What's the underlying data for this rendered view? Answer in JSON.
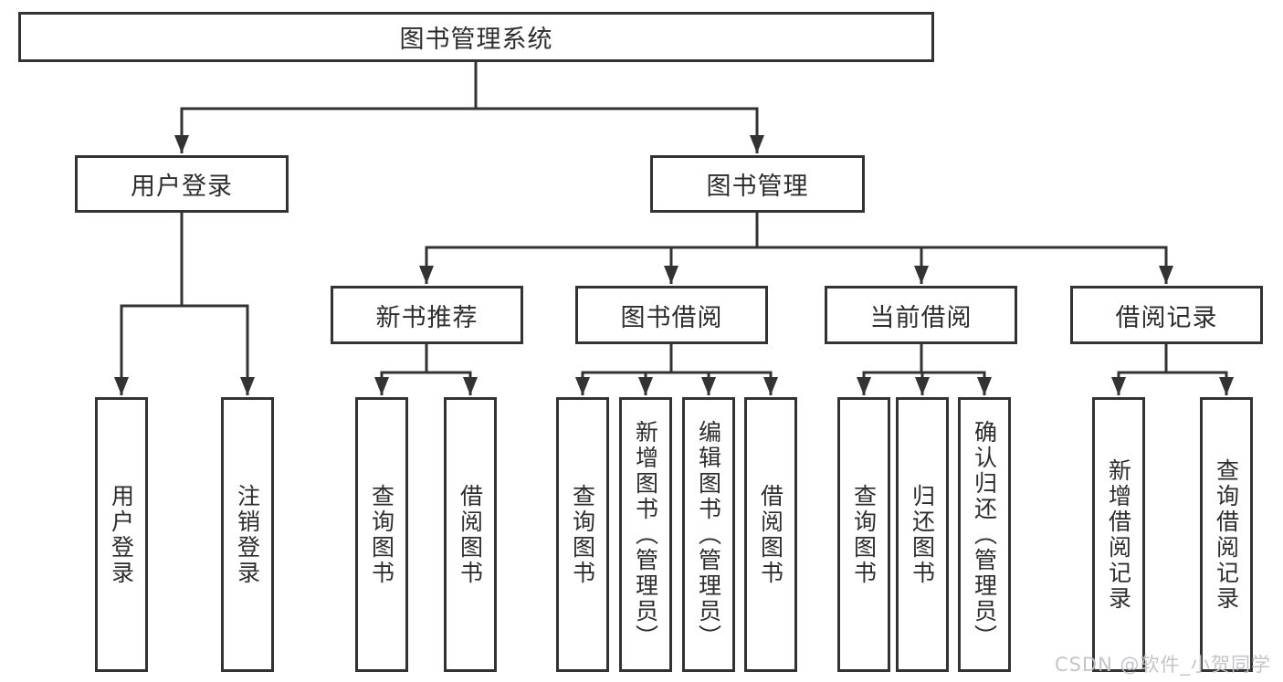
{
  "diagram": {
    "title": "图书管理系统",
    "watermark": "CSDN @软件_小贺同学",
    "colors": {
      "line": "#333333",
      "box_border": "#333333",
      "text": "#2d2d2d",
      "background": "#ffffff",
      "watermark": "#c1c1c7"
    },
    "level2": [
      {
        "label": "用户登录",
        "parent": "图书管理系统"
      },
      {
        "label": "图书管理",
        "parent": "图书管理系统"
      }
    ],
    "level3": [
      {
        "label": "新书推荐",
        "parent": "图书管理"
      },
      {
        "label": "图书借阅",
        "parent": "图书管理"
      },
      {
        "label": "当前借阅",
        "parent": "图书管理"
      },
      {
        "label": "借阅记录",
        "parent": "图书管理"
      }
    ],
    "leaves": [
      {
        "label": "用户登录",
        "parent": "用户登录"
      },
      {
        "label": "注销登录",
        "parent": "用户登录"
      },
      {
        "label": "查询图书",
        "parent": "新书推荐"
      },
      {
        "label": "借阅图书",
        "parent": "新书推荐"
      },
      {
        "label": "查询图书",
        "parent": "图书借阅"
      },
      {
        "label": "新增图书（管理员）",
        "parent": "图书借阅"
      },
      {
        "label": "编辑图书（管理员）",
        "parent": "图书借阅"
      },
      {
        "label": "借阅图书",
        "parent": "图书借阅"
      },
      {
        "label": "查询图书",
        "parent": "当前借阅"
      },
      {
        "label": "归还图书",
        "parent": "当前借阅"
      },
      {
        "label": "确认归还（管理员）",
        "parent": "当前借阅"
      },
      {
        "label": "新增借阅记录",
        "parent": "借阅记录"
      },
      {
        "label": "查询借阅记录",
        "parent": "借阅记录"
      }
    ]
  }
}
